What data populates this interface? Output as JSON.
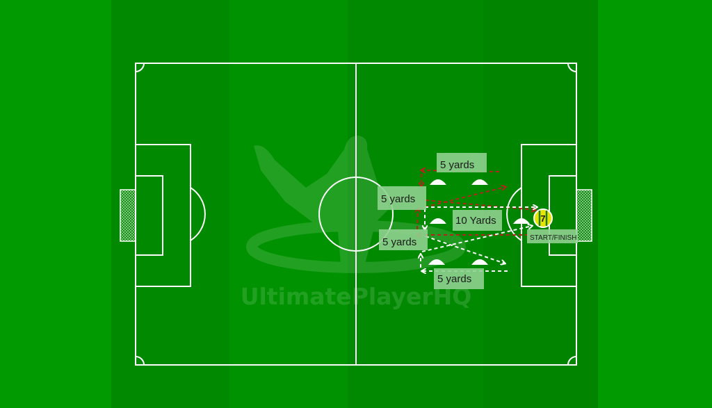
{
  "colors": {
    "grass_light": "#019b01",
    "grass_dark": "#018a01",
    "line": "#ffffff",
    "red_arrow": "#b5241c",
    "white_arrow": "#ffffff",
    "label_bg": "#8fd08f",
    "player_fill": "#e5e600",
    "player_stripe": "#1f7a1f"
  },
  "watermark": {
    "text": "UltimatePlayerHQ"
  },
  "labels": {
    "top_5_yards": "5 yards",
    "left_upper_5_yards": "5 yards",
    "middle_10_yards": "10 Yards",
    "left_lower_5_yards": "5 yards",
    "bottom_5_yards": "5 yards",
    "start_finish": "START/FINISH"
  },
  "player": {
    "number": "7"
  },
  "icons": [
    "cone-icon",
    "player-icon",
    "goal-net-icon"
  ]
}
